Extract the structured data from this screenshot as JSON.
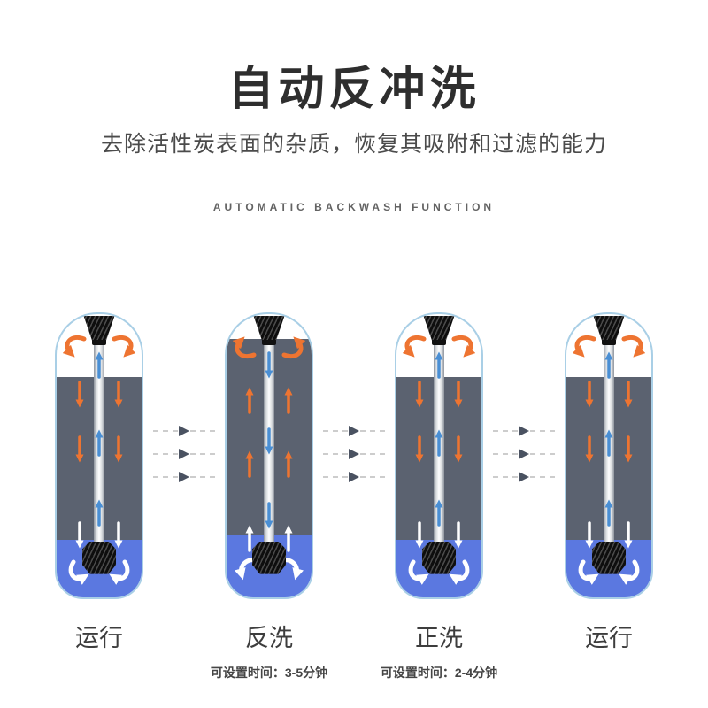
{
  "header": {
    "title": "自动反冲洗",
    "subtitle": "去除活性炭表面的杂质，恢复其吸附和过滤的能力",
    "tagline": "AUTOMATIC BACKWASH FUNCTION"
  },
  "stages": [
    {
      "label": "运行",
      "mode": "run",
      "caption": ""
    },
    {
      "label": "反洗",
      "mode": "backwash",
      "caption": "可设置时间：3-5分钟"
    },
    {
      "label": "正洗",
      "mode": "run",
      "caption": "可设置时间：2-4分钟"
    },
    {
      "label": "运行",
      "mode": "run",
      "caption": ""
    }
  ],
  "icons": {
    "top_swirl": "swirl-arrow-icon",
    "bottom_swirl": "swirl-arrow-icon",
    "media_flow": "straight-arrow-icon",
    "tube_flow": "straight-arrow-icon",
    "stage_transition": "dashed-flow-arrow-icon"
  },
  "colors": {
    "orange_arrow": "#ee7431",
    "tube_arrow_blue": "#4a8fd4",
    "media_gray": "#5b6270",
    "water_blue": "#5b78e0",
    "shell_outline": "#a9cfe6",
    "transition_arrowhead": "#4a5261",
    "title_text": "#2e2e2e"
  }
}
